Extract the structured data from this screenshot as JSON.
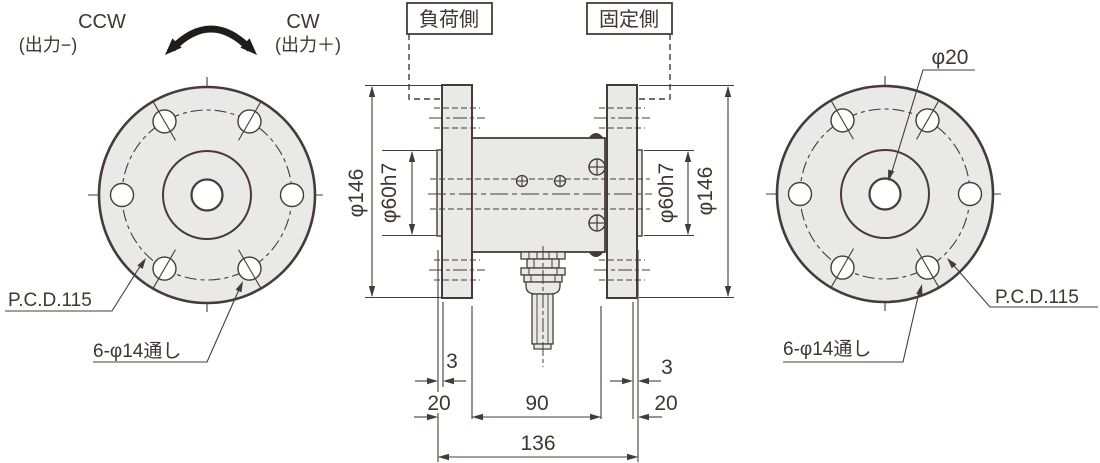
{
  "rotation_indicator": {
    "ccw": "CCW",
    "ccw_output": "(出力−)",
    "cw": "CW",
    "cw_output": "(出力＋)"
  },
  "labels": {
    "load_side": "負荷側",
    "fixed_side": "固定側"
  },
  "front_view_left": {
    "pcd": "P.C.D.115",
    "holes": "6-φ14通し"
  },
  "front_view_right": {
    "center_hole": "φ20",
    "pcd": "P.C.D.115",
    "holes": "6-φ14通し"
  },
  "dimensions": {
    "flange_diameter": "φ146",
    "shaft_diameter": "φ60h7",
    "boss_offset": "3",
    "flange_width": "20",
    "body_width": "90",
    "total_width": "136"
  },
  "colors": {
    "line": "#463c37",
    "fill": "#e9e9e7",
    "arrow_black": "#221c18"
  }
}
